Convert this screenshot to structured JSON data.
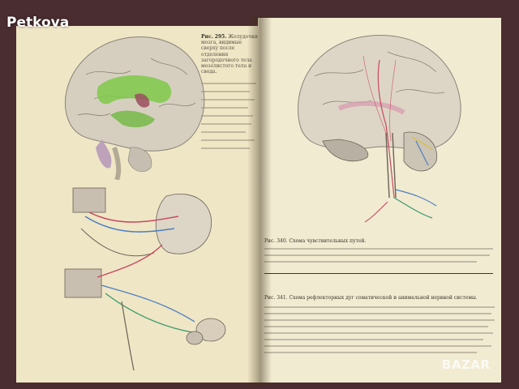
{
  "watermark": "Petkova",
  "logo_text": "BAZAR",
  "left_page": {
    "figure_caption_number": "Рис. 295.",
    "figure_caption_title": "Желудочки мозга, видимые сверху после отделения загородочного тела мозолистого тела и свода."
  },
  "right_page": {
    "figure_340_caption": "Рис. 340. Схема чувствительных путей.",
    "figure_341_caption": "Рис. 341. Схема рефлекторных дуг соматической и анимальной нервной системы."
  },
  "colors": {
    "book_cover": "#4a2d30",
    "page_left": "#efe6c6",
    "page_right": "#f1ebd2",
    "brain_green": "#7fc94a",
    "brain_pink": "#d8a0b0",
    "brain_gray": "#c9c2b4",
    "nerve_red": "#c94860",
    "nerve_blue": "#4d7fc0",
    "nerve_yellow": "#d8c040"
  }
}
